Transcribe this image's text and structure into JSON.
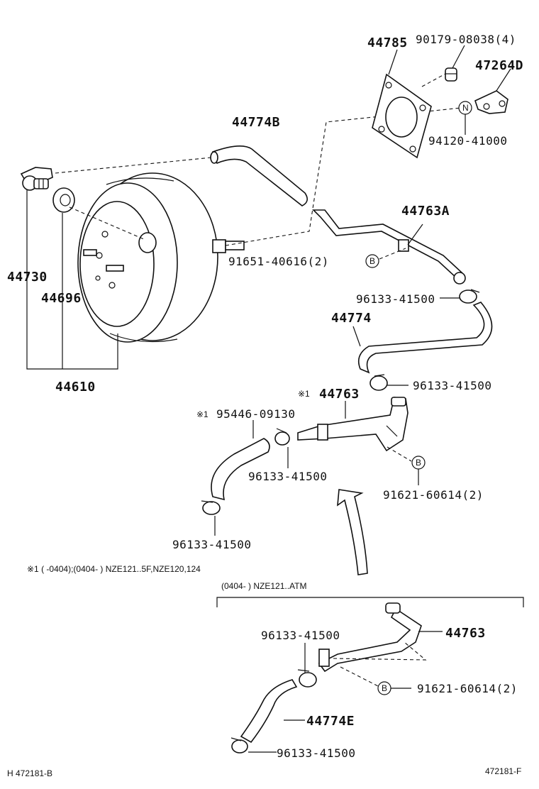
{
  "labels": {
    "p44785": "44785",
    "p90179": "90179-08038(4)",
    "p47264D": "47264D",
    "pN": "N",
    "p94120": "94120-41000",
    "p44774B": "44774B",
    "p44763A": "44763A",
    "p91651": "91651-40616(2)",
    "pB1": "B",
    "p96133a": "96133-41500",
    "p44774": "44774",
    "p96133b": "96133-41500",
    "p44730": "44730",
    "p44696": "44696",
    "p44610": "44610",
    "mark1": "※1",
    "p44763": "44763",
    "mark2": "※1",
    "p95446": "95446-09130",
    "p96133c": "96133-41500",
    "pB2": "B",
    "p91621": "91621-60614(2)",
    "p96133d": "96133-41500"
  },
  "notes": {
    "footnote": "※1 (     -0404);(0404-     ) NZE121..5F,NZE120,124",
    "inset_header": "(0404-     ) NZE121..ATM"
  },
  "inset": {
    "p96133a": "96133-41500",
    "p44763": "44763",
    "pB": "B",
    "p91621": "91621-60614(2)",
    "p44774E": "44774E",
    "p96133b": "96133-41500"
  },
  "footer": {
    "left": "H 472181-B",
    "right": "472181-F"
  }
}
